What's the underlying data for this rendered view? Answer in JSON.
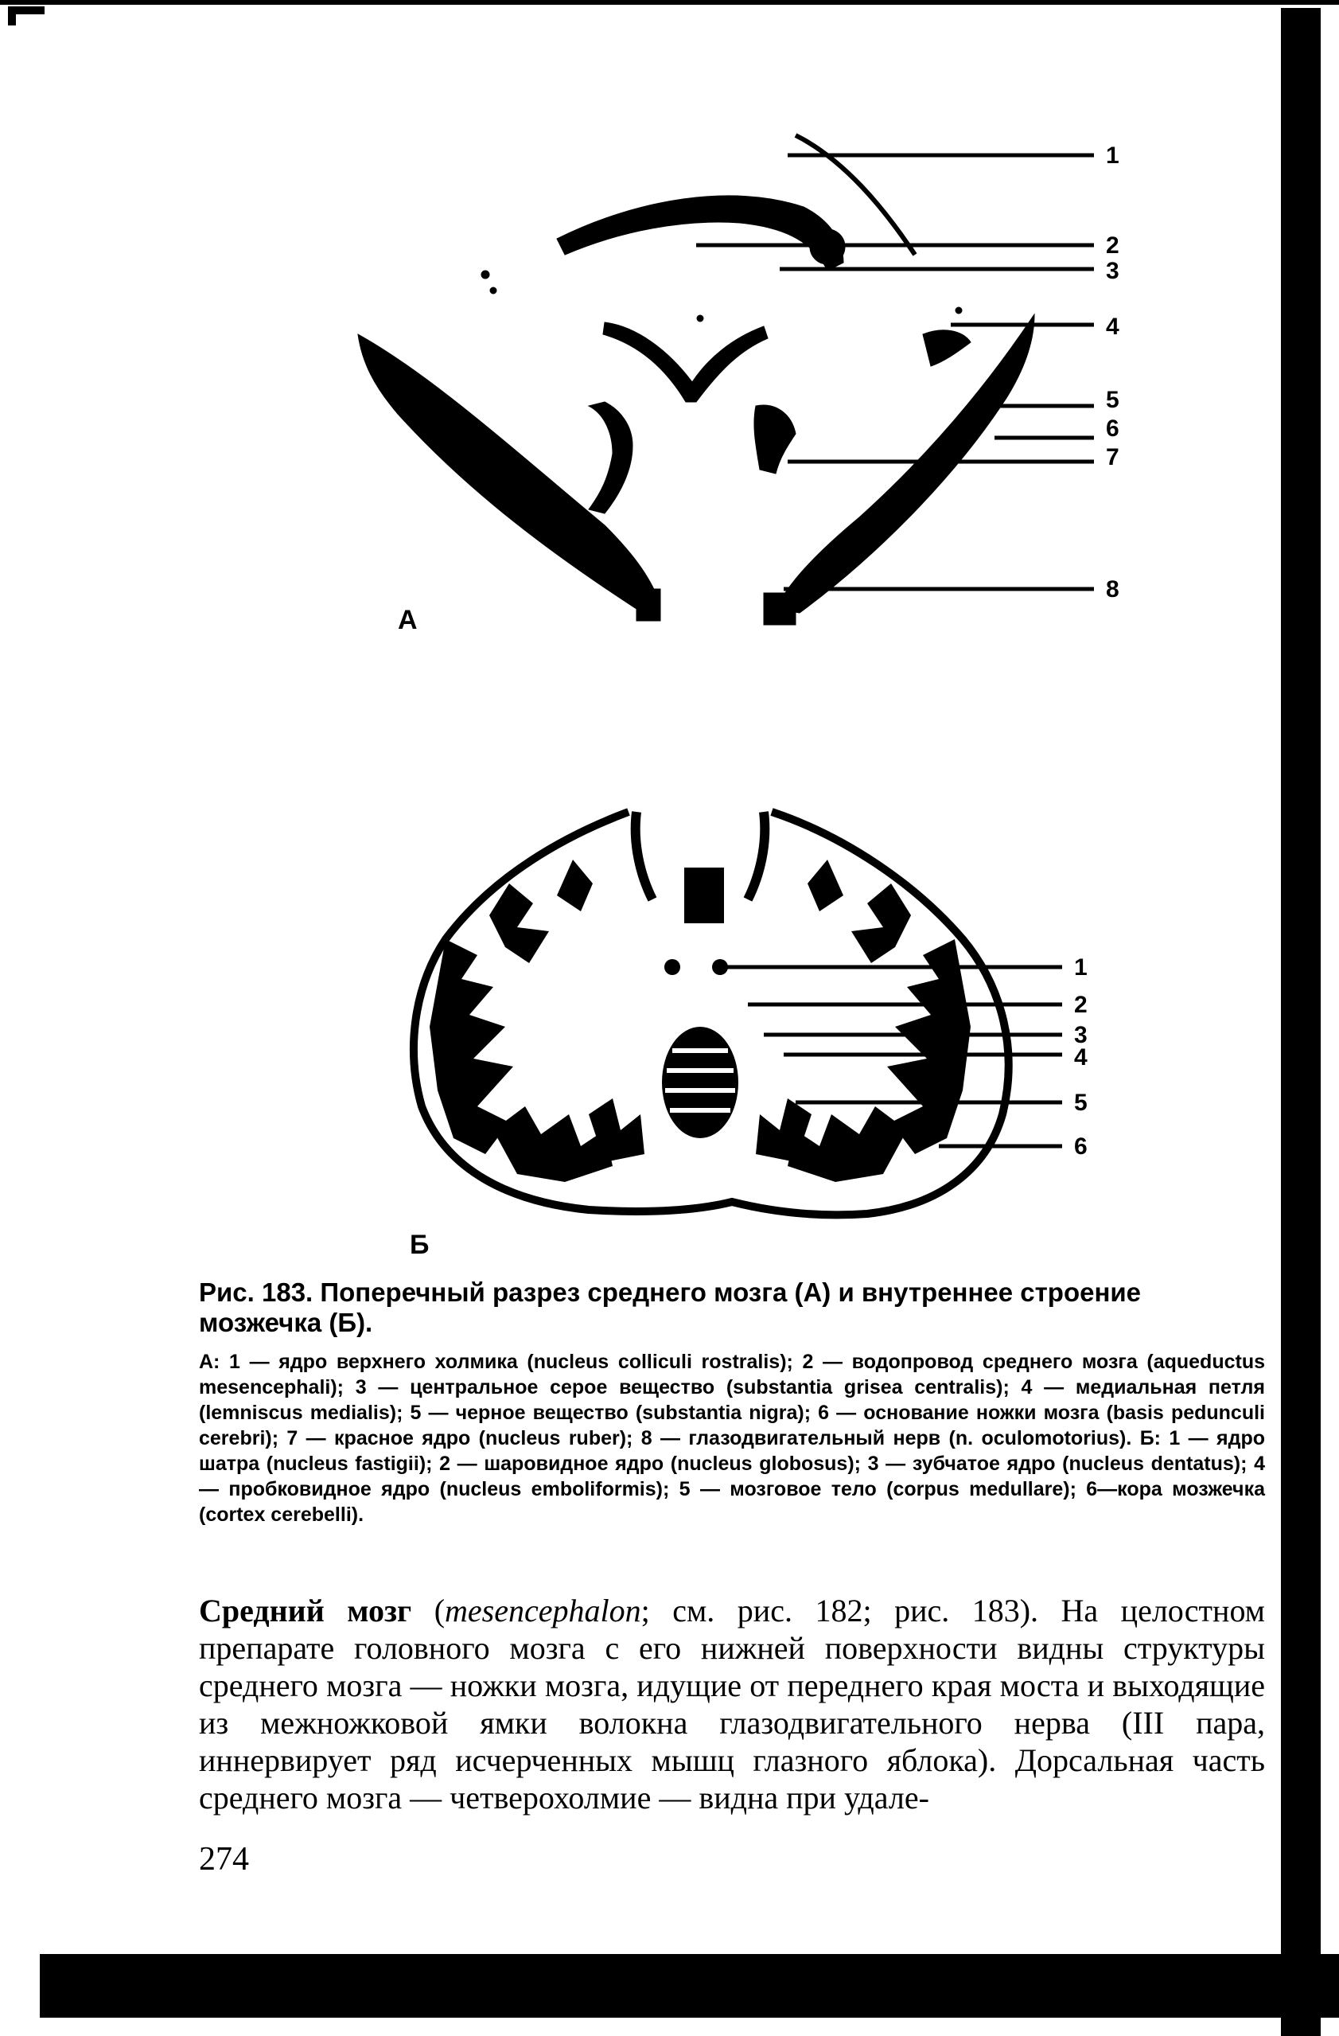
{
  "figure_a": {
    "panel_label": "А",
    "labels": [
      "1",
      "2",
      "3",
      "4",
      "5",
      "6",
      "7",
      "8"
    ]
  },
  "figure_b": {
    "panel_label": "Б",
    "labels": [
      "1",
      "2",
      "3",
      "4",
      "5",
      "6"
    ]
  },
  "caption": {
    "title": "Рис. 183. Поперечный разрез среднего мозга (А) и внутреннее строение мозжечка (Б).",
    "body": "А: 1 — ядро верхнего холмика (nucleus colliculi rostralis); 2 — водопровод среднего мозга (aqueductus mesencephali); 3 — центральное серое вещество (substantia grisea centralis); 4 — медиальная петля (lemniscus medialis); 5 — черное вещество (substantia nigra); 6 — основание ножки мозга (basis pedunculi cerebri); 7 — красное ядро (nucleus ruber); 8 — глазодвигательный нерв (n. oculomotorius). Б: 1 — ядро шатра (nucleus fastigii); 2 — шаровидное ядро (nucleus globosus); 3 — зубчатое ядро (nucleus dentatus); 4 — пробковидное ядро (nucleus emboliformis); 5 — мозговое тело (corpus medullare); 6—кора мозжечка (cortex cerebelli)."
  },
  "body": {
    "lead": "Средний мозг",
    "text": " (mesencephalon; см. рис. 182; рис. 183). На целостном препарате головного мозга с его нижней поверхности видны структуры среднего мозга — ножки мозга, идущие от переднего края моста и выходящие из межножковой ямки волокна глазодвигательного нерва (III пара, иннервирует ряд исчерченных мышц глазного яблока). Дорсальная часть среднего мозга — четверохолмие — видна при удале-"
  },
  "page_number": "274"
}
